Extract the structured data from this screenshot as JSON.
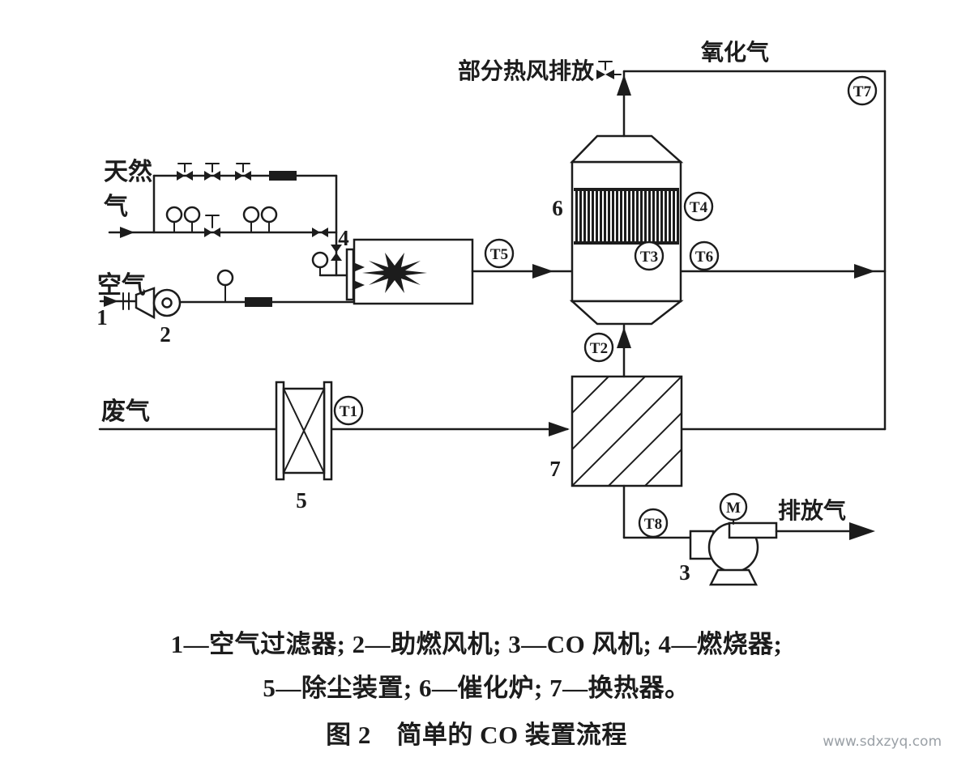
{
  "labels": {
    "natural_gas_line1": "天然",
    "natural_gas_line2": "气",
    "air": "空气",
    "waste_gas": "废气",
    "partial_hot_air_discharge": "部分热风排放",
    "oxidation_gas": "氧化气",
    "exhaust_gas": "排放气"
  },
  "equipment": {
    "n1": "1",
    "n2": "2",
    "n3": "3",
    "n4": "4",
    "n5": "5",
    "n6": "6",
    "n7": "7"
  },
  "sensors": {
    "t1": "T1",
    "t2": "T2",
    "t3": "T3",
    "t4": "T4",
    "t5": "T5",
    "t6": "T6",
    "t7": "T7",
    "t8": "T8",
    "motor": "M"
  },
  "caption": {
    "legend_line1": "1—空气过滤器; 2—助燃风机; 3—CO 风机; 4—燃烧器;",
    "legend_line2": "5—除尘装置; 6—催化炉; 7—换热器。",
    "figure_title": "图 2　简单的 CO 装置流程"
  },
  "watermark": "www.sdxzyq.com",
  "colors": {
    "ink": "#1c1c1c",
    "background": "#ffffff",
    "watermark": "#9aa0a6"
  }
}
